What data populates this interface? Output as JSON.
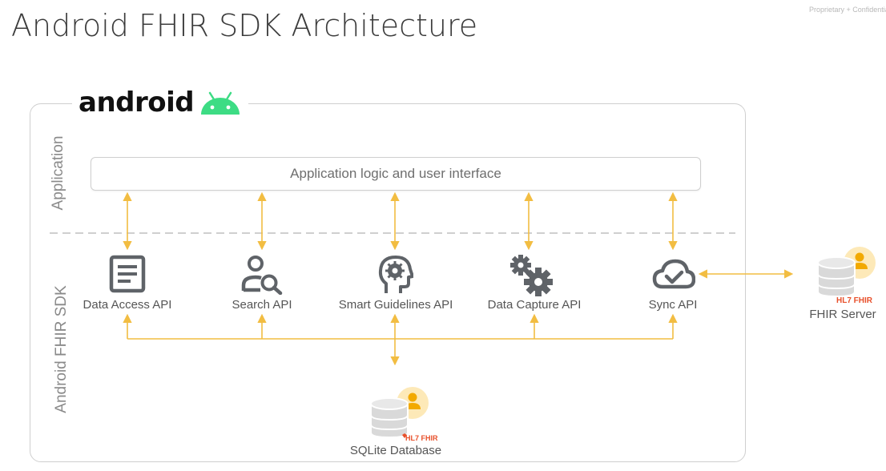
{
  "slide": {
    "title": "Android FHIR SDK Architecture",
    "confidentiality": "Proprietary + Confidential"
  },
  "android_logo": {
    "wordmark": "android",
    "icon": "android-robot-icon",
    "color": "#3ddc84"
  },
  "layers": {
    "application": "Application",
    "sdk": "Android FHIR SDK"
  },
  "app_box": {
    "label": "Application logic and user interface"
  },
  "apis": [
    {
      "label": "Data Access API",
      "icon": "document-icon"
    },
    {
      "label": "Search API",
      "icon": "person-search-icon"
    },
    {
      "label": "Smart Guidelines API",
      "icon": "head-gear-icon"
    },
    {
      "label": "Data Capture API",
      "icon": "gears-icon"
    },
    {
      "label": "Sync API",
      "icon": "cloud-check-icon"
    }
  ],
  "database": {
    "label": "SQLite Database",
    "badge": "HL7 FHIR",
    "icon": "database-user-icon"
  },
  "server": {
    "label": "FHIR Server",
    "badge": "HL7 FHIR",
    "icon": "database-user-icon"
  },
  "colors": {
    "arrow": "#f2bd42",
    "icon": "#5f6368",
    "frame": "#cfcfcf",
    "badge": "#e8502b",
    "avatar_bg": "#fde9b8",
    "avatar": "#f2a900"
  }
}
